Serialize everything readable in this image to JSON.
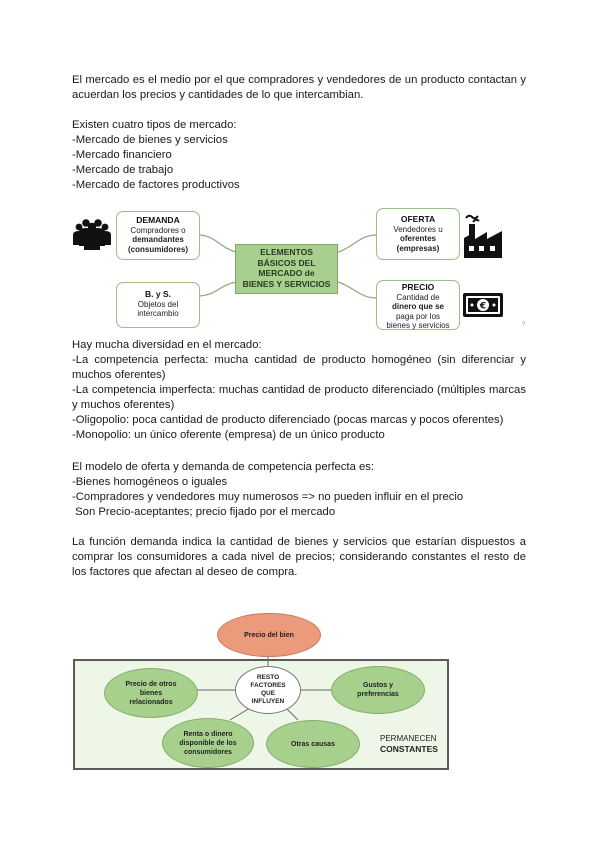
{
  "intro": {
    "definition": "El mercado es el medio por el que compradores y vendedores de un producto contactan y acuerdan los precios y cantidades de lo que intercambian.",
    "types_title": "Existen cuatro tipos de mercado:",
    "types": [
      "-Mercado de bienes y servicios",
      "-Mercado financiero",
      "-Mercado de trabajo",
      "-Mercado de factores productivos"
    ]
  },
  "diagram1": {
    "center": [
      "ELEMENTOS",
      "BÁSICOS DEL",
      "MERCADO de",
      "BIENES Y SERVICIOS"
    ],
    "demanda": {
      "title": "DEMANDA",
      "lines": [
        "Compradores o",
        "demandantes",
        "(consumidores)"
      ]
    },
    "oferta": {
      "title": "OFERTA",
      "lines": [
        "Vendedores u",
        "oferentes",
        "(empresas)"
      ]
    },
    "byS": {
      "title": "B. y S.",
      "lines": [
        "Objetos del",
        "intercambio"
      ]
    },
    "precio": {
      "title": "PRECIO",
      "lines": [
        "Cantidad de",
        "dinero que se",
        "paga por los",
        "bienes y servicios"
      ]
    },
    "corner_mark": "?",
    "icons": [
      "people-group-icon",
      "factory-icon",
      "euro-banknote-icon"
    ],
    "colors": {
      "center_fill": "#a8cf8e",
      "border": "#9bbf84"
    }
  },
  "competition": {
    "title": "Hay mucha diversidad en el mercado:",
    "items": [
      "-La competencia perfecta: mucha cantidad de producto homogéneo (sin diferenciar y muchos oferentes)",
      "-La competencia imperfecta: muchas cantidad de producto diferenciado (múltiples marcas y muchos oferentes)",
      "-Oligopolio: poca cantidad de producto diferenciado (pocas marcas y pocos oferentes)",
      "-Monopolio: un único oferente (empresa) de un único producto"
    ]
  },
  "model": {
    "title": "El modelo de oferta y demanda de competencia perfecta es:",
    "items": [
      "-Bienes homogéneos o iguales",
      "-Compradores y vendedores muy numerosos => no pueden influir en el precio",
      " Son Precio-aceptantes; precio fijado por el mercado"
    ]
  },
  "demand_function": "La función demanda indica la cantidad de bienes y servicios que estarían dispuestos a comprar los consumidores a cada nivel de precios; considerando constantes el resto de los factores que afectan al deseo de compra.",
  "diagram2": {
    "top": "Precio del bien",
    "center": [
      "RESTO",
      "FACTORES",
      "QUE",
      "INFLUYEN"
    ],
    "otros_bienes": [
      "Precio de otros",
      "bienes",
      "relacionados"
    ],
    "gustos": [
      "Gustos y",
      "preferencias"
    ],
    "renta": [
      "Renta o dinero",
      "disponible de los",
      "consumidores"
    ],
    "otras": [
      "Otras causas"
    ],
    "permanecen": "PERMANECEN",
    "constantes": "CONSTANTES",
    "colors": {
      "top_fill": "#ec9a7c",
      "green_fill": "#a8d08d",
      "panel_fill": "#eef6e8"
    }
  }
}
